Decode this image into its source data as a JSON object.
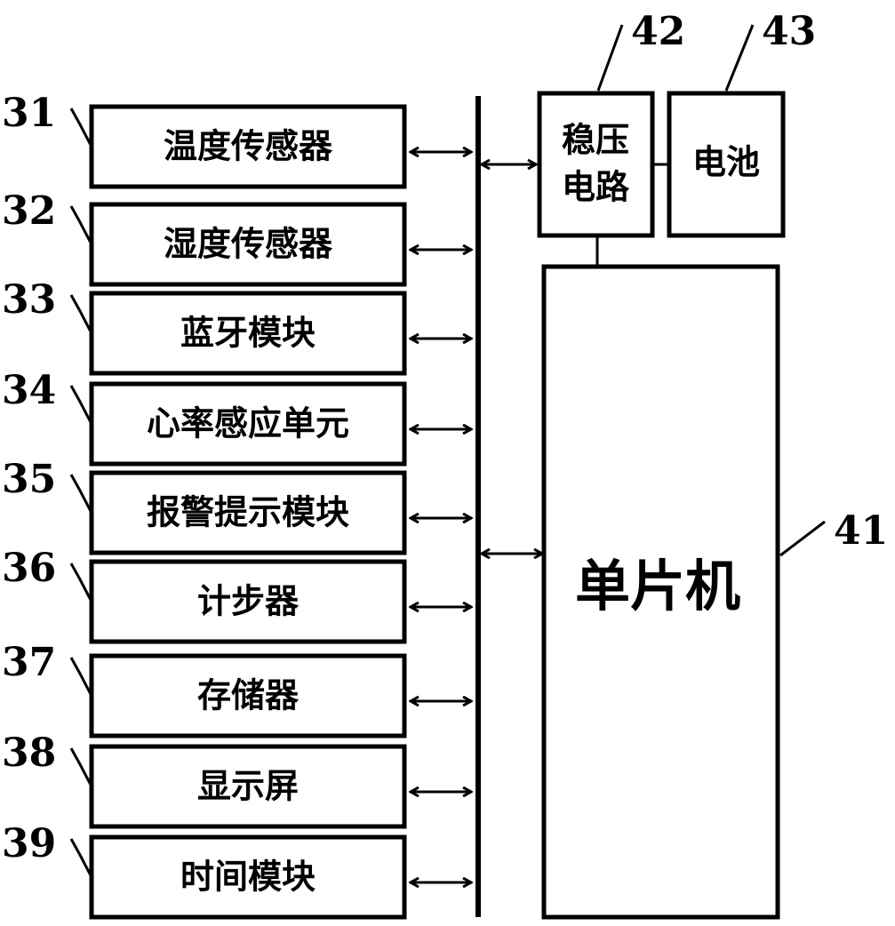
{
  "modules": [
    {
      "id": "31",
      "label": "温度传感器"
    },
    {
      "id": "32",
      "label": "湿度传感器"
    },
    {
      "id": "33",
      "label": "蓝牙模块"
    },
    {
      "id": "34",
      "label": "心率感应单元"
    },
    {
      "id": "35",
      "label": "报警提示模块"
    },
    {
      "id": "36",
      "label": "计步器"
    },
    {
      "id": "37",
      "label": "存储器"
    },
    {
      "id": "38",
      "label": "显示屏"
    },
    {
      "id": "39",
      "label": "时间模块"
    }
  ],
  "regulator": {
    "id": "42",
    "line1": "稳压",
    "line2": "电路"
  },
  "battery": {
    "id": "43",
    "label": "电池"
  },
  "mcu": {
    "id": "41",
    "label": "单片机"
  }
}
